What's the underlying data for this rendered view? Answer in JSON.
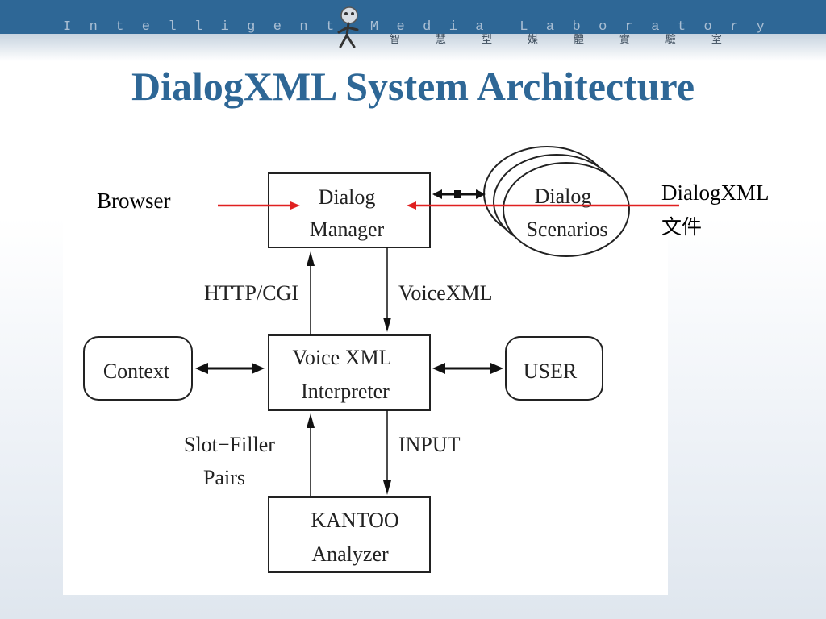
{
  "header": {
    "lab_name_latin": [
      "I",
      "n",
      "t",
      "e",
      "l",
      "l",
      "i",
      "g",
      "e",
      "n",
      "t",
      " ",
      "M",
      "e",
      "d",
      "i",
      "a",
      " ",
      "L",
      "a",
      "b",
      "o",
      "r",
      "a",
      "t",
      "o",
      "r",
      "y"
    ],
    "lab_name_cjk": [
      "智",
      "慧",
      "型",
      "媒",
      "體",
      "實",
      "驗",
      "室"
    ],
    "bar_color": "#2e6796"
  },
  "slide": {
    "title": "DialogXML System Architecture",
    "browser_label": "Browser",
    "dialogxml_label_line1": "DialogXML",
    "dialogxml_label_line2": "文件",
    "arrow_color": "#e02020"
  },
  "diagram": {
    "dialog_manager": [
      "Dialog",
      "Manager"
    ],
    "dialog_scenarios": [
      "Dialog",
      "Scenarios"
    ],
    "interpreter": [
      "Voice XML",
      "Interpreter"
    ],
    "context": "Context",
    "user": "USER",
    "analyzer": [
      "KANTOO",
      "Analyzer"
    ],
    "http_cgi": "HTTP/CGI",
    "voicexml": "VoiceXML",
    "slot_filler": [
      "Slot−Filler",
      "Pairs"
    ],
    "input": "INPUT"
  }
}
